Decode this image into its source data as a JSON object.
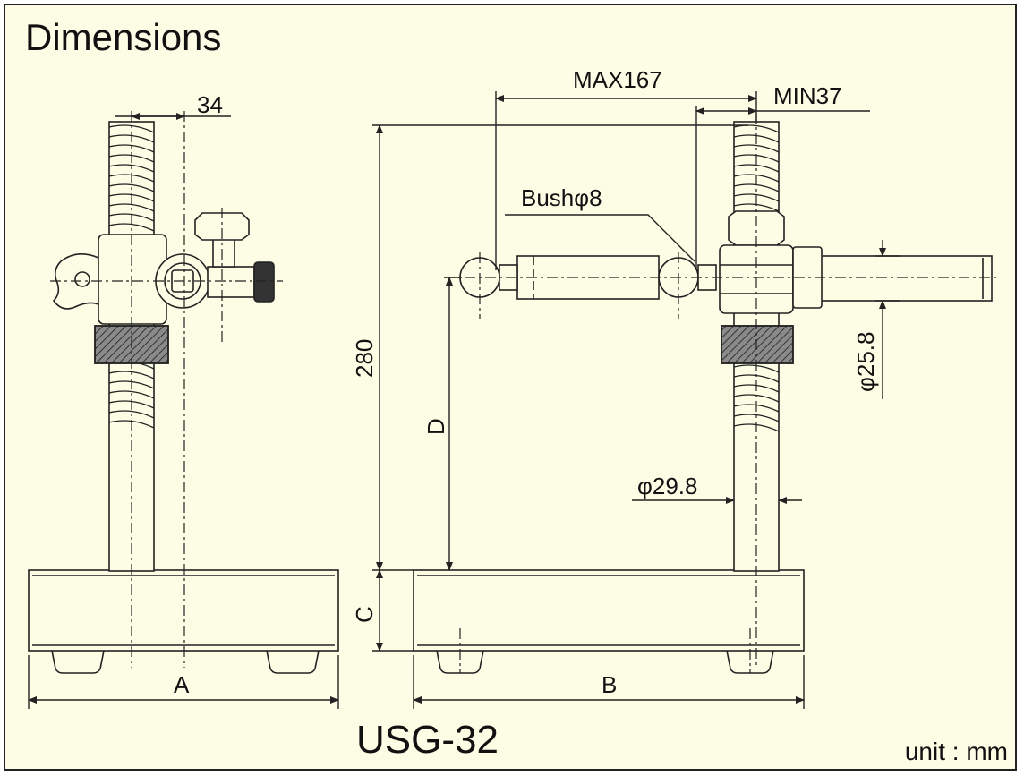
{
  "title": "Dimensions",
  "model": "USG-32",
  "unit": "unit : mm",
  "dimensions": {
    "offset_34": "34",
    "max_reach": "MAX167",
    "min_reach": "MIN37",
    "bush": "Bushφ8",
    "height_280": "280",
    "label_d": "D",
    "label_c": "C",
    "label_a": "A",
    "label_b": "B",
    "phi_25_8": "φ25.8",
    "phi_29_8": "φ29.8"
  },
  "colors": {
    "background": "#fdfde6",
    "line": "#222222",
    "knurl": "#555555"
  }
}
